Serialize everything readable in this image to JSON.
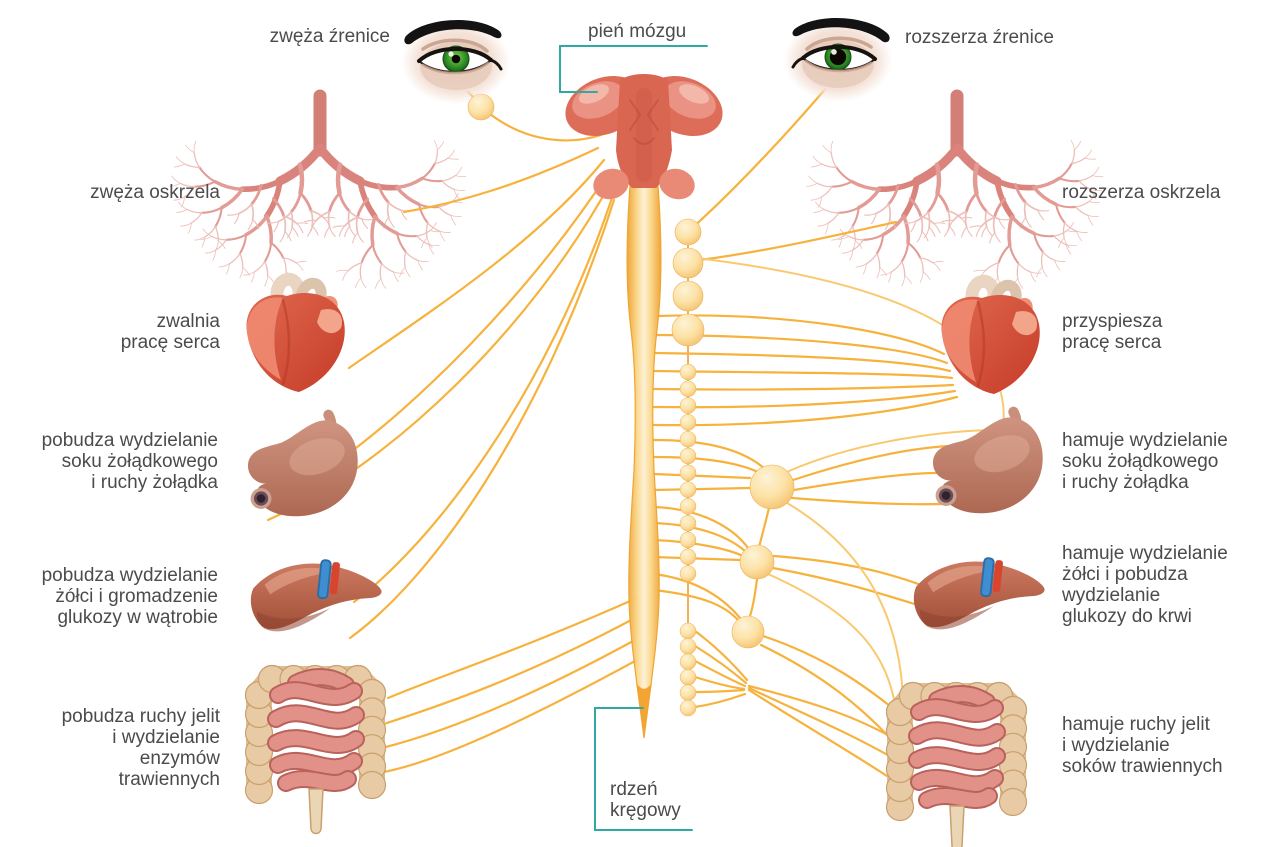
{
  "center_labels": {
    "brainstem": "pień mózgu",
    "spinal_cord": [
      "rdzeń",
      "kręgowy"
    ]
  },
  "left_labels": {
    "pupil": "zwęża źrenice",
    "bronchi": "zwęża oskrzela",
    "heart": [
      "zwalnia",
      "pracę serca"
    ],
    "stomach": [
      "pobudza wydzielanie",
      "soku żołądkowego",
      "i ruchy żołądka"
    ],
    "liver": [
      "pobudza wydzielanie",
      "żółci i gromadzenie",
      "glukozy w wątrobie"
    ],
    "intestines": [
      "pobudza ruchy jelit",
      "i wydzielanie",
      "enzymów",
      "trawiennych"
    ]
  },
  "right_labels": {
    "pupil": "rozszerza źrenice",
    "bronchi": "rozszerza oskrzela",
    "heart": [
      "przyspiesza",
      "pracę serca"
    ],
    "stomach": [
      "hamuje wydzielanie",
      "soku żołądkowego",
      "i ruchy żołądka"
    ],
    "liver": [
      "hamuje wydzielanie",
      "żółci i pobudza",
      "wydzielanie",
      "glukozy do krwi"
    ],
    "intestines": [
      "hamuje ruchy jelit",
      "i wydzielanie",
      "soków trawiennych"
    ]
  },
  "colors": {
    "nerve": "#f6b23c",
    "nerve_light": "#f9c96f",
    "ganglion_fill": "#fbdf9f",
    "callout_teal": "#2fa9a1",
    "label_text": "#4b4b4e",
    "brainstem_red": "#dd6d58",
    "spinal_cord_orange": "#f2a430",
    "bronchi_pink": "#d9837c",
    "heart_red": "#cc4430",
    "stomach_brown": "#bd7f6a",
    "liver_brown": "#c06a52",
    "colon_tan": "#e4c49c",
    "intestine_pink": "#e2948c",
    "iris_green": "#3f9b35"
  }
}
